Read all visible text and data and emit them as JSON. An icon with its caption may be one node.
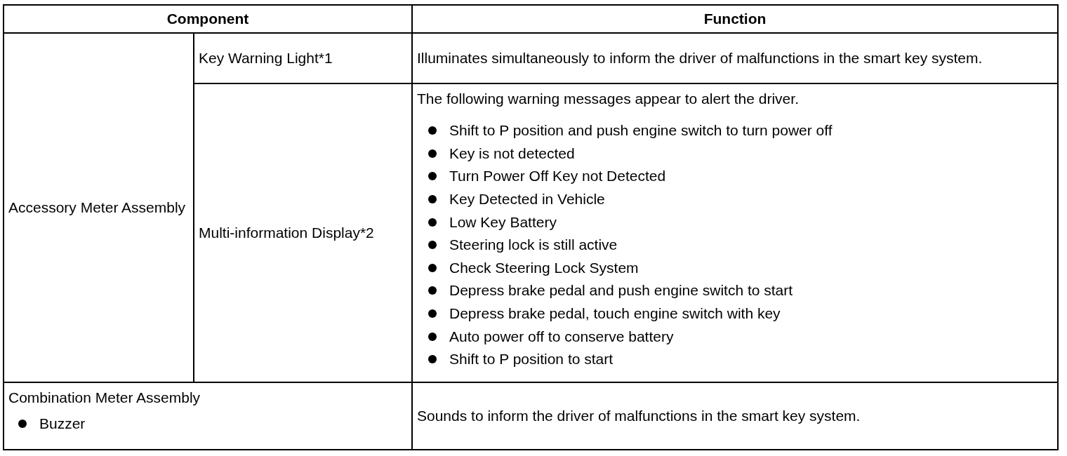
{
  "diagram": {
    "labels": [
      "Component",
      "Function",
      "Accessory Meter Assembly",
      "Key Warning Light*1",
      "Illuminates simultaneously to inform the driver of malfunctions in the smart key system.",
      "Multi-information Display*2",
      "The following warning messages appear to alert the driver.",
      "Shift to P position and push engine switch to turn power off",
      "Key is not detected",
      "Turn Power Off Key not Detected",
      "Key Detected in Vehicle",
      "Low Key Battery",
      "Steering lock is still active",
      "Check Steering Lock System",
      "Depress brake pedal and push engine switch to start",
      "Depress brake pedal, touch engine switch with key",
      "Auto power off to conserve battery",
      "Shift to P position to start",
      "Combination Meter Assembly",
      "Buzzer",
      "Sounds to inform the driver of malfunctions in the smart key system."
    ]
  }
}
